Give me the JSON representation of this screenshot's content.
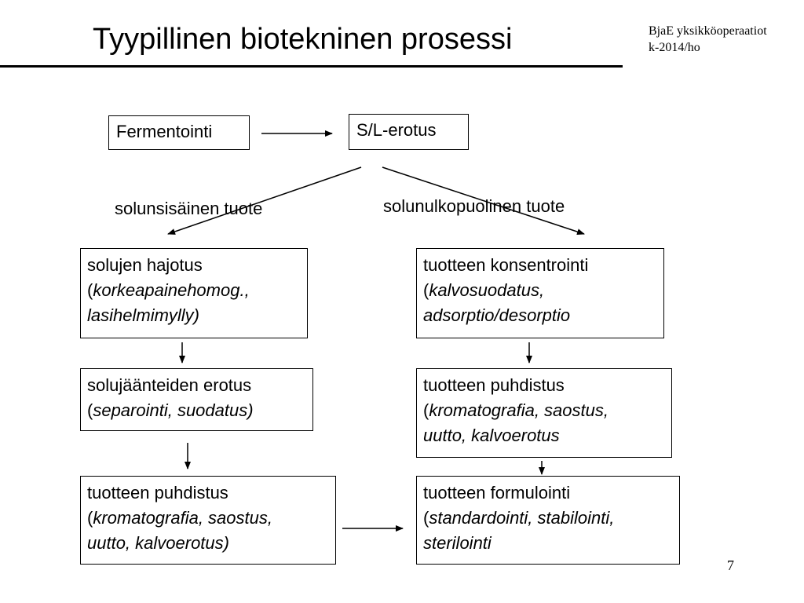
{
  "slide": {
    "title": "Tyypillinen biotekninen prosessi",
    "header_note_line1": "BjaE yksikköoperaatiot",
    "header_note_line2": "k-2014/ho",
    "page_number": "7"
  },
  "top": {
    "fermentation": "Fermentointi",
    "separation": "S/L-erotus"
  },
  "branches": {
    "intracellular": "solunsisäinen tuote",
    "extracellular": "solunulkopuolinen tuote"
  },
  "left_column": [
    {
      "step": "solujen hajotus",
      "methods_line1": "korkeapainehomog.,",
      "methods_line2": "lasihelmimylly)"
    },
    {
      "step": "solujäänteiden erotus",
      "methods_line1": "separointi, suodatus)"
    },
    {
      "step": "tuotteen puhdistus",
      "methods_line1": "kromatografia, saostus,",
      "methods_line2": "uutto, kalvoerotus)"
    }
  ],
  "right_column": [
    {
      "step": "tuotteen konsentrointi",
      "methods_line1": "kalvosuodatus,",
      "methods_line2": "adsorptio/desorptio"
    },
    {
      "step": "tuotteen puhdistus",
      "methods_line1": "kromatografia, saostus,",
      "methods_line2": "uutto, kalvoerotus"
    },
    {
      "step": "tuotteen formulointi",
      "methods_line1": "standardointi, stabilointi,",
      "methods_line2": "sterilointi"
    }
  ],
  "open_paren": "("
}
